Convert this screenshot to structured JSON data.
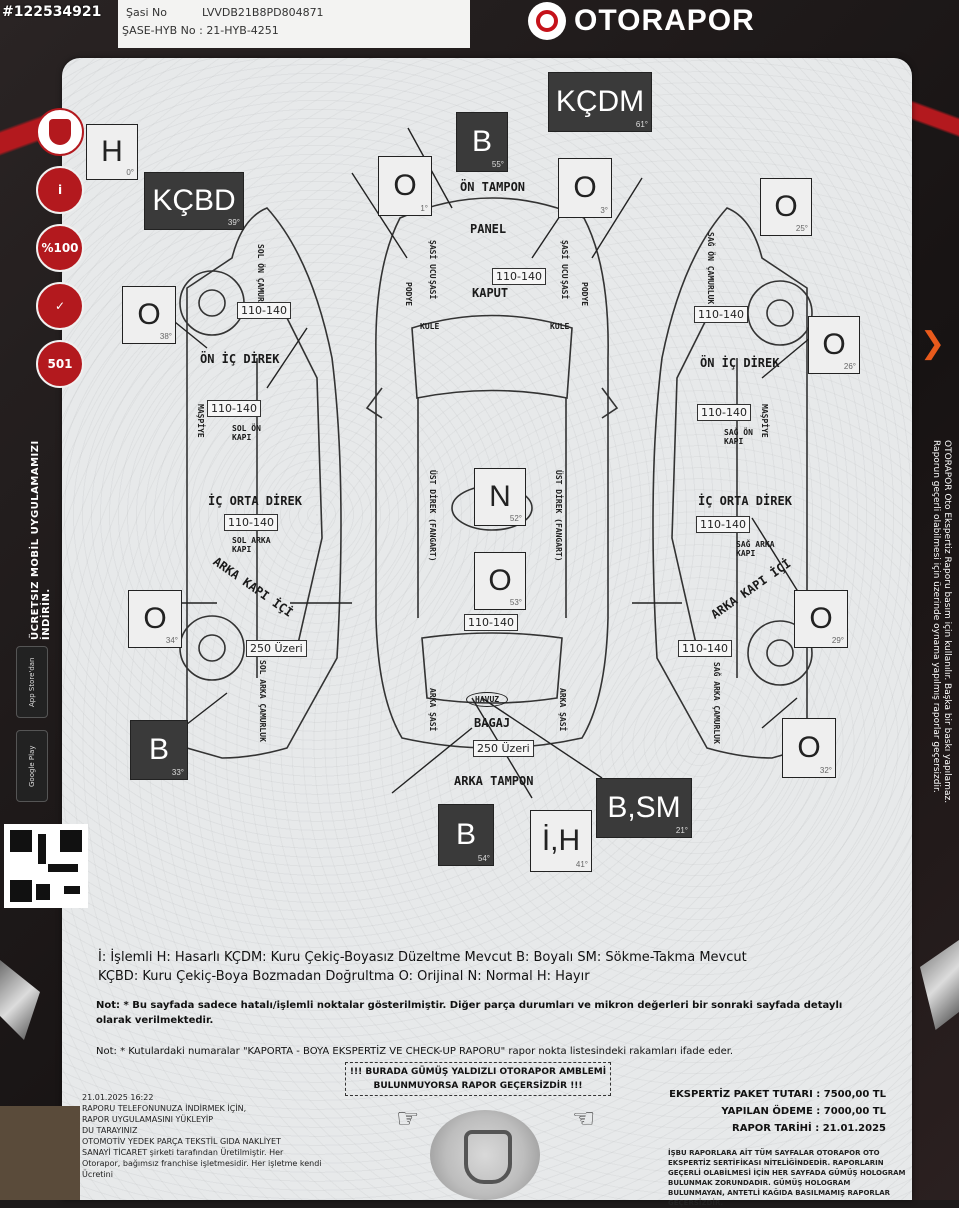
{
  "header": {
    "watermark_id": "#122534921",
    "chassis_label": "Şasi No",
    "chassis_value": "LVVDB21B8PD804871",
    "plate_label": "ŞASE-HYB No :",
    "plate_value": "21-HYB-4251",
    "brand": "OTORAPOR"
  },
  "side": {
    "badges": [
      "i",
      "%100",
      "✓",
      "501"
    ],
    "left_text": "ÜCRETSIZ MOBİL UYGULAMAMIZI İNDİRİN.",
    "app_store": "App Store'dan",
    "google_play": "Google Play",
    "right_text": "OTORAPOR Oto Ekspertiz Raporu basım için kullanılır. Başka bir baskı yapılamaz. Raporun geçerli olabilmesi için üzerinde oynama yapılmış raporlar geçersizdir."
  },
  "tags": {
    "h": {
      "code": "H",
      "deg": "0°"
    },
    "kcbd": {
      "code": "KÇBD",
      "deg": "39°"
    },
    "b_top": {
      "code": "B",
      "deg": "55°"
    },
    "kcdm": {
      "code": "KÇDM",
      "deg": "61°"
    },
    "o_front_l": {
      "code": "O",
      "deg": "1°"
    },
    "o_front_r": {
      "code": "O",
      "deg": "3°"
    },
    "o_right_top": {
      "code": "O",
      "deg": "25°"
    },
    "o_left_fender": {
      "code": "O",
      "deg": "38°"
    },
    "o_right_mid": {
      "code": "O",
      "deg": "26°"
    },
    "n_roof": {
      "code": "N",
      "deg": "52°"
    },
    "o_trunk": {
      "code": "O",
      "deg": "53°"
    },
    "o_left_rear": {
      "code": "O",
      "deg": "34°"
    },
    "o_right_rear": {
      "code": "O",
      "deg": "29°"
    },
    "b_left_bottom": {
      "code": "B",
      "deg": "33°"
    },
    "o_right_bottom": {
      "code": "O",
      "deg": "32°"
    },
    "b_rear": {
      "code": "B",
      "deg": "54°"
    },
    "ih_rear": {
      "code": "İ,H",
      "deg": "41°"
    },
    "bsm_rear": {
      "code": "B,SM",
      "deg": "21°"
    }
  },
  "values": {
    "hood": "110-140",
    "left_fender": "110-140",
    "left_front_door": "110-140",
    "left_rear_door": "110-140",
    "left_rear_fender": "250 Üzeri",
    "right_fender": "110-140",
    "right_front_door": "110-140",
    "right_rear_door": "110-140",
    "right_rear_fender": "110-140",
    "trunk_roof": "110-140",
    "trunk": "250 Üzeri"
  },
  "labels": {
    "on_tampon": "ÖN TAMPON",
    "panel": "PANEL",
    "kaput": "KAPUT",
    "sasi_ucu": "ŞASİ UCU",
    "sasi": "ŞASİ",
    "podye": "PODYE",
    "kule": "KULE",
    "on_ic_direk": "ÖN İÇ DİREK",
    "ic_orta_direk": "İÇ ORTA DİREK",
    "arka_kapi_ici": "ARKA KAPI İÇİ",
    "sol_on_kapi": "SOL ÖN KAPI",
    "sol_arka_kapi": "SOL ARKA KAPI",
    "sag_on_kapi": "SAĞ ÖN KAPI",
    "sag_arka_kapi": "SAĞ ARKA KAPI",
    "sol_on_camurluk": "SOL ÖN ÇAMURLUK",
    "sol_arka_camurluk": "SOL ARKA ÇAMURLUK",
    "sag_on_camurluk": "SAĞ ÖN ÇAMURLUK",
    "sag_arka_camurluk": "SAĞ ARKA ÇAMURLUK",
    "maspiye": "MAŞPİYE",
    "ust_direk": "ÜST DİREK (FANGART)",
    "arka_sasi": "ARKA ŞASİ",
    "havuz": "HAVUZ",
    "bagaj": "BAGAJ",
    "arka_tampon": "ARKA TAMPON"
  },
  "legend": {
    "line1": "İ: İşlemli H: Hasarlı KÇDM: Kuru Çekiç-Boyasız Düzeltme Mevcut B: Boyalı SM: Sökme-Takma Mevcut",
    "line2": "KÇBD: Kuru Çekiç-Boya Bozmadan Doğrultma O: Orijinal N: Normal H: Hayır"
  },
  "notes": {
    "note1": "Not: * Bu sayfada sadece hatalı/işlemli noktalar gösterilmiştir. Diğer parça durumları ve mikron değerleri bir sonraki sayfada detaylı olarak verilmektedir.",
    "note2": "Not: * Kutulardaki numaralar \"KAPORTA - BOYA EKSPERTİZ VE CHECK-UP RAPORU\" rapor nokta listesindeki rakamları ifade eder."
  },
  "warning": {
    "line1": "!!! BURADA GÜMÜŞ YALDIZLI OTORAPOR AMBLEMİ",
    "line2": "BULUNMUYORSA RAPOR GEÇERSİZDİR !!!"
  },
  "smallinfo": {
    "date": "21.01.2025 16:22",
    "l1": "RAPORU TELEFONUNUZA İNDİRMEK İÇİN,",
    "l2": "RAPOR UYGULAMASINI YÜKLEYİP",
    "l3": "DU TARAYINIZ",
    "l4": "OTOMOTİV YEDEK PARÇA TEKSTİL GIDA NAKLİYET",
    "l5": "SANAYİ TİCARET şirketi tarafından Üretilmiştir. Her",
    "l6": "Otorapor, bağımsız franchise işletmesidir. Her işletme kendi Ücretini"
  },
  "fees": {
    "package": "EKSPERTİZ PAKET TUTARI : 7500,00 TL",
    "paid": "YAPILAN ÖDEME : 7000,00 TL",
    "date": "RAPOR TARİHİ : 21.01.2025"
  },
  "bottom_note": "İŞBU RAPORLARA AİT TÜM SAYFALAR OTORAPOR OTO EKSPERTİZ SERTİFİKASI NİTELİĞİNDEDİR. RAPORLARIN GEÇERLİ OLABİLMESİ İÇİN HER SAYFADA GÜMÜŞ HOLOGRAM BULUNMAK ZORUNDADIR. GÜMÜŞ HOLOGRAM BULUNMAYAN, ANTETLİ KAĞIDA BASILMAMIŞ RAPORLAR GEÇERSİZDİR."
}
